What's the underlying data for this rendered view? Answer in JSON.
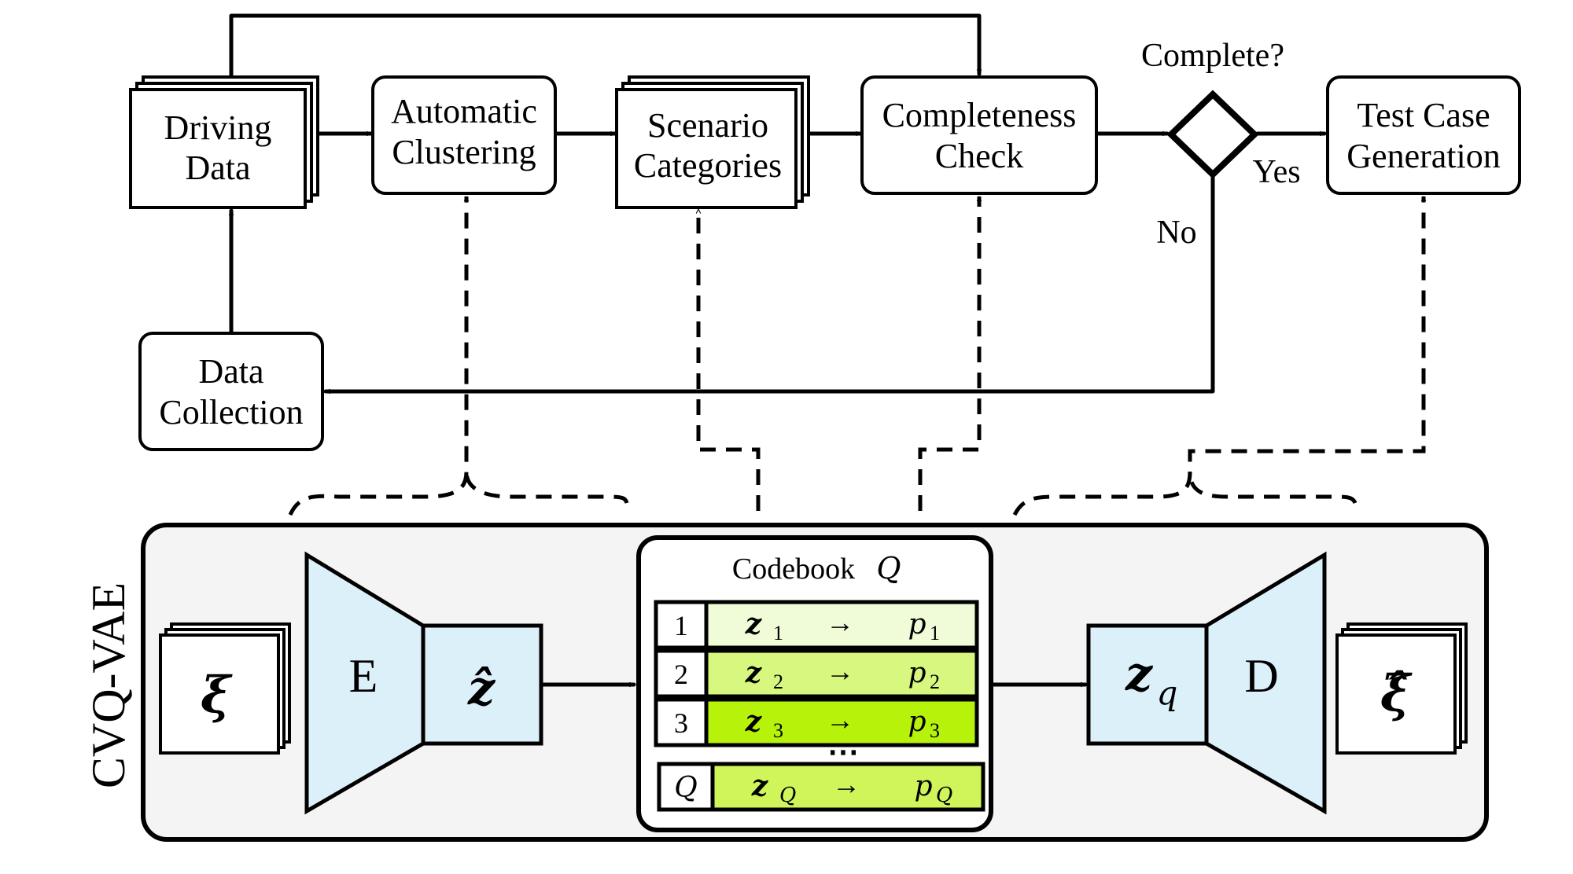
{
  "pipeline": {
    "driving_data": [
      "Driving",
      "Data"
    ],
    "automatic_clustering": [
      "Automatic",
      "Clustering"
    ],
    "scenario_categories": [
      "Scenario",
      "Categories"
    ],
    "completeness_check": [
      "Completeness",
      "Check"
    ],
    "decision_label": "Complete?",
    "yes_label": "Yes",
    "no_label": "No",
    "test_case_generation": [
      "Test Case",
      "Generation"
    ],
    "data_collection": [
      "Data",
      "Collection"
    ]
  },
  "model": {
    "title": "CVQ-VAE",
    "input": "ξ",
    "encoder": "E",
    "latent": "ẑ",
    "codebook_title": "Codebook",
    "codebook_symbol": "Q",
    "codebook_rows": [
      {
        "index": "1",
        "vector": "z",
        "sub": "1",
        "arrow": "→",
        "proto": "p",
        "psub": "1",
        "color": "#f0fbd8"
      },
      {
        "index": "2",
        "vector": "z",
        "sub": "2",
        "arrow": "→",
        "proto": "p",
        "psub": "2",
        "color": "#d7f77f"
      },
      {
        "index": "3",
        "vector": "z",
        "sub": "3",
        "arrow": "→",
        "proto": "p",
        "psub": "3",
        "color": "#b7f20a"
      },
      {
        "index": "Q",
        "vector": "z",
        "sub": "Q",
        "arrow": "→",
        "proto": "p",
        "psub": "Q",
        "color": "#cff55a"
      }
    ],
    "ellipsis": "⋯",
    "quantized": "z",
    "quantized_sub": "q",
    "decoder": "D",
    "output": "ξ̂"
  },
  "colors": {
    "panel_bg": "#f4f4f4",
    "network_fill": "#dcf0fa"
  }
}
